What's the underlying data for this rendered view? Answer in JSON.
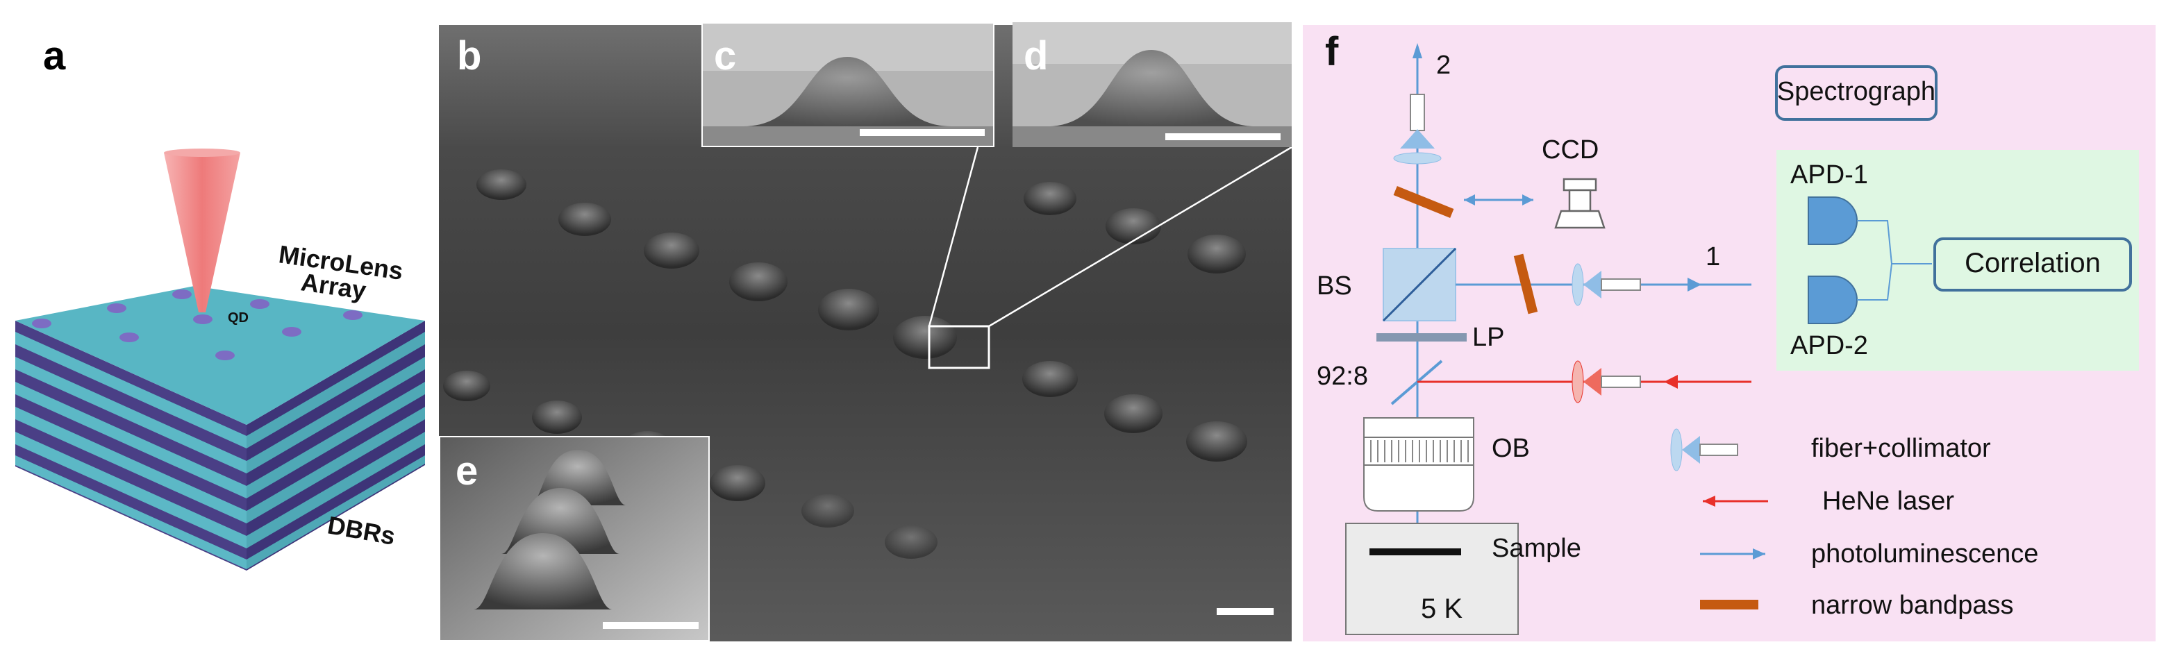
{
  "panels": {
    "a": {
      "letter": "a",
      "labels": {
        "microlens": "MicroLens",
        "array": "Array",
        "qd": "QD",
        "dbrs": "DBRs"
      }
    },
    "b": {
      "letter": "b"
    },
    "c": {
      "letter": "c"
    },
    "d": {
      "letter": "d"
    },
    "e": {
      "letter": "e"
    },
    "f": {
      "letter": "f",
      "labels": {
        "port_2": "2",
        "port_1": "1",
        "ccd": "CCD",
        "bs": "BS",
        "lp": "LP",
        "ratio": "92:8",
        "ob": "OB",
        "sample": "Sample",
        "temperature": "5 K",
        "spectrograph": "Spectrograph",
        "apd1": "APD-1",
        "apd2": "APD-2",
        "correlation": "Correlation"
      },
      "legend": {
        "fiber": "fiber+collimator",
        "laser": "HeNe laser",
        "pl": "photoluminescence",
        "bandpass": "narrow bandpass"
      },
      "colors": {
        "background": "#f9e1f3",
        "detector_panel": "#dff7e3",
        "beam_blue": "#5b9bd5",
        "laser_red": "#e8302a",
        "bandpass": "#c55a11",
        "apd_fill": "#5b9bd5",
        "box_border": "#41719c"
      }
    }
  }
}
